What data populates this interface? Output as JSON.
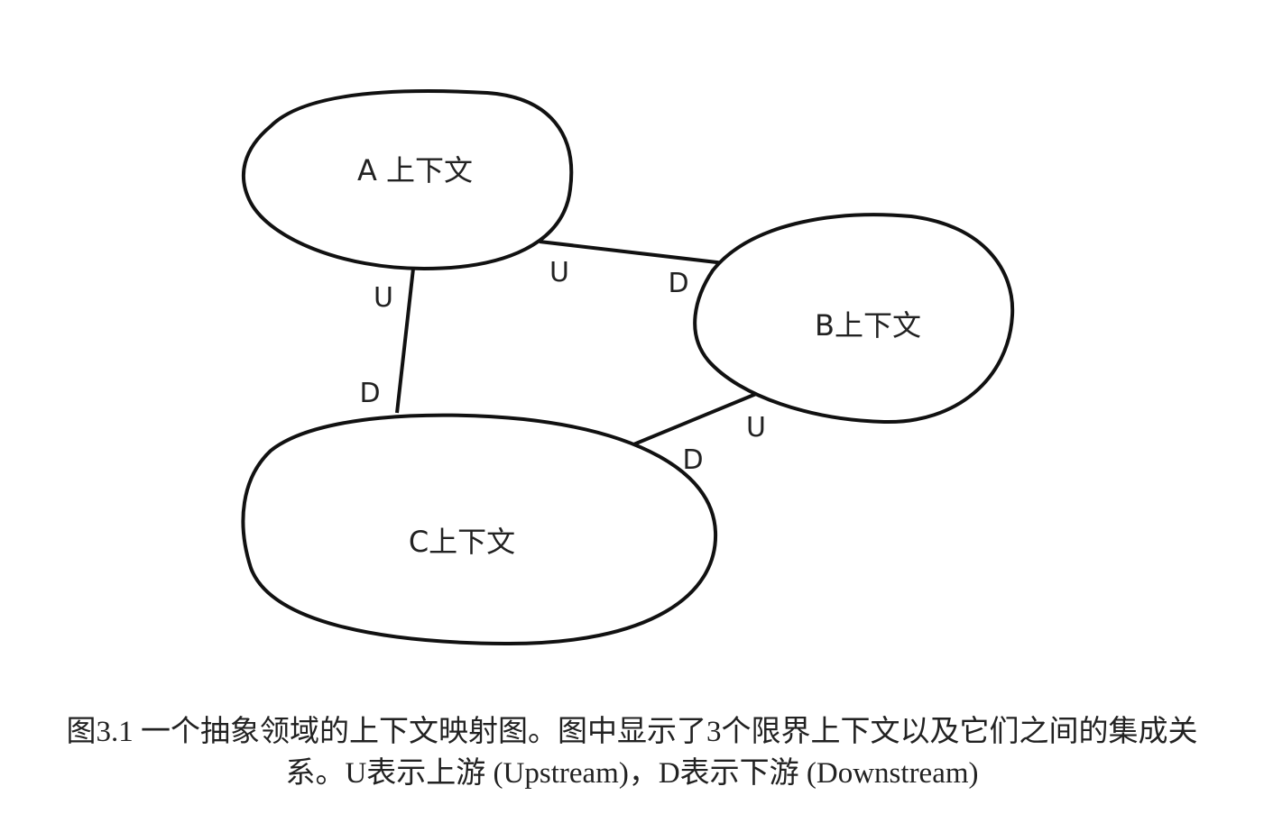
{
  "contexts": {
    "a": "A 上下文",
    "b": "B上下文",
    "c": "C上下文"
  },
  "relations": {
    "a_b": {
      "upstream": "U",
      "downstream": "D"
    },
    "a_c": {
      "upstream": "U",
      "downstream": "D"
    },
    "b_c": {
      "upstream": "U",
      "downstream": "D"
    }
  },
  "caption": {
    "line1": "图3.1 一个抽象领域的上下文映射图。图中显示了3个限界上下文以及它们之间的集成关",
    "line2": "系。U表示上游 (Upstream)，D表示下游 (Downstream)"
  }
}
